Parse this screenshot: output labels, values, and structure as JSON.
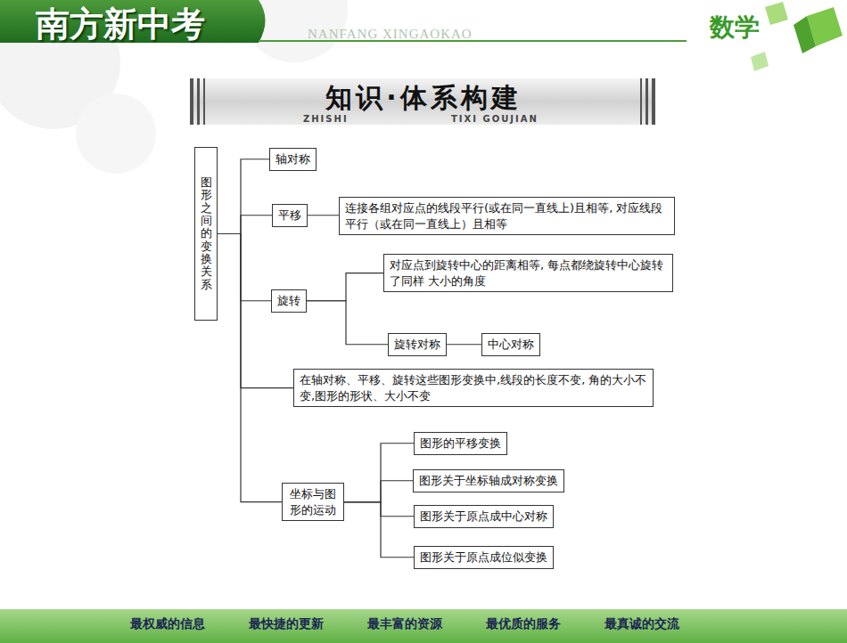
{
  "diagram": {
    "title": "知识·体系构建",
    "nodes": [
      {
        "text": [
          "图形之间的变换关系"
        ]
      },
      {
        "text": [
          "轴对称"
        ]
      },
      {
        "text": [
          "平移"
        ]
      },
      {
        "text": [
          "连接各组对应点的线段平行(或在同一直线上)且相等, 对应线段平行（或在同一直线上）且相等"
        ]
      },
      {
        "text": [
          "旋转"
        ]
      },
      {
        "text": [
          "对应点到旋转中心的距离相等, 每点都绕旋转中心旋转了同样 大小的角度"
        ]
      },
      {
        "text": [
          "旋转对称"
        ]
      },
      {
        "text": [
          "中心对称"
        ]
      },
      {
        "text": [
          "在轴对称、平移、旋转这些图形变换中,线段的长度不变, 角的大小不变,图形的形状、大小不变"
        ]
      },
      {
        "text": [
          "坐标与图形的运动"
        ]
      },
      {
        "text": [
          "图形的平移变换"
        ]
      },
      {
        "text": [
          "图形关于坐标轴成对称变换"
        ]
      },
      {
        "text": [
          "图形关于原点成中心对称"
        ]
      },
      {
        "text": [
          "图形关于原点成位似变换"
        ]
      }
    ],
    "edges": [
      {
        "from": 0,
        "to": 1,
        "arrow": "none"
      },
      {
        "from": 0,
        "to": 2,
        "arrow": "none"
      },
      {
        "from": 2,
        "to": 3,
        "arrow": "none"
      },
      {
        "from": 0,
        "to": 4,
        "arrow": "none"
      },
      {
        "from": 4,
        "to": 5,
        "arrow": "none"
      },
      {
        "from": 4,
        "to": 6,
        "arrow": "none"
      },
      {
        "from": 6,
        "to": 7,
        "arrow": "none"
      },
      {
        "from": 0,
        "to": 8,
        "arrow": "none"
      },
      {
        "from": 0,
        "to": 9,
        "arrow": "none"
      },
      {
        "from": 9,
        "to": 10,
        "arrow": "none"
      },
      {
        "from": 9,
        "to": 11,
        "arrow": "none"
      },
      {
        "from": 9,
        "to": 12,
        "arrow": "none"
      },
      {
        "from": 9,
        "to": 13,
        "arrow": "none"
      }
    ],
    "labels": [
      "南方新中考",
      "NANFANG XINGAOKAO",
      "数学",
      "ZHISHI",
      "TIXI GOUJIAN",
      "最权威的信息",
      "最快捷的更新",
      "最丰富的资源",
      "最优质的服务",
      "最真诚的交流"
    ]
  }
}
